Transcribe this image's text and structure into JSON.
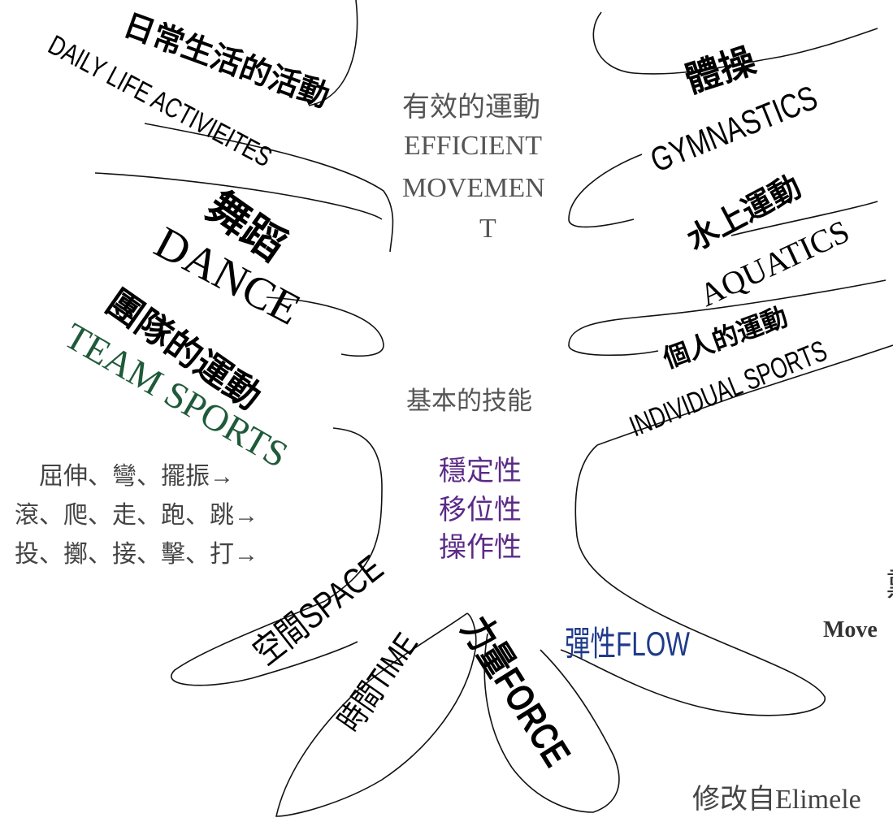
{
  "center": {
    "line1": "有效的運動",
    "line2": "EFFICIENT",
    "line3": "MOVEMEN",
    "line4": "T",
    "basic": "基本的技能",
    "stability": "穩定性",
    "locomotor": "移位性",
    "manipulative": "操作性"
  },
  "branches": {
    "daily_zh": "日常生活的活動",
    "daily_en": "DAILY LIFE ACTIVIEITES",
    "dance_zh": "舞蹈",
    "dance_en": "DANCE",
    "team_zh": "團隊的運動",
    "team_en": "TEAM SPORTS",
    "gym_zh": "體操",
    "gym_en": "GYMNASTICS",
    "aqua_zh": "水上運動",
    "aqua_en": "AQUATICS",
    "indiv_zh": "個人的運動",
    "indiv_en": "INDIVIDUAL SPORTS"
  },
  "skills": {
    "row1": "屈伸、彎、擺振→",
    "row2": "滾、爬、走、跑、跳→",
    "row3": "投、擲、接、擊、打→"
  },
  "roots": {
    "space": "空間SPACE",
    "time": "時間TIME",
    "force": "力量FORCE",
    "flow": "彈性FLOW"
  },
  "partial": {
    "right_char": "熏",
    "movement": "Move",
    "source": "修改自Elimele"
  },
  "colors": {
    "line": "#111111",
    "team_en": "#1f5a3a",
    "flow": "#1e3a8a",
    "purple": "#5b2a86"
  }
}
